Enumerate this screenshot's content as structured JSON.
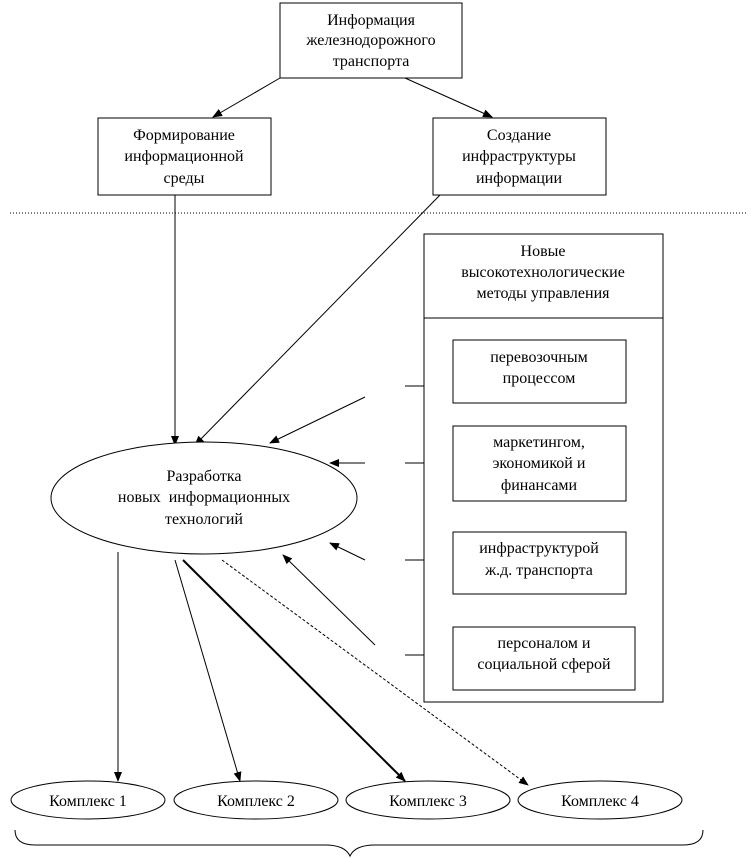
{
  "top_box": {
    "lines": [
      "Информация",
      "железнодорожного",
      "транспорта"
    ]
  },
  "left_box": {
    "lines": [
      "Формирование",
      "информационной",
      "среды"
    ]
  },
  "right_box": {
    "lines": [
      "Создание",
      "инфраструктуры",
      "информации"
    ]
  },
  "methods_box": {
    "header_lines": [
      "Новые",
      "высокотехнологические",
      "методы управления"
    ],
    "items": [
      {
        "lines": [
          "перевозочным",
          "процессом"
        ]
      },
      {
        "lines": [
          "маркетингом,",
          "экономикой и",
          "финансами"
        ]
      },
      {
        "lines": [
          "инфраструктурой",
          "ж.д. транспорта"
        ]
      },
      {
        "lines": [
          "персоналом и",
          "социальной сферой"
        ]
      }
    ]
  },
  "center_ellipse": {
    "lines": [
      "Разработка",
      "новых  информационных",
      "технологий"
    ]
  },
  "complexes": [
    "Комплекс 1",
    "Комплекс 2",
    "Комплекс 3",
    "Комплекс 4"
  ]
}
